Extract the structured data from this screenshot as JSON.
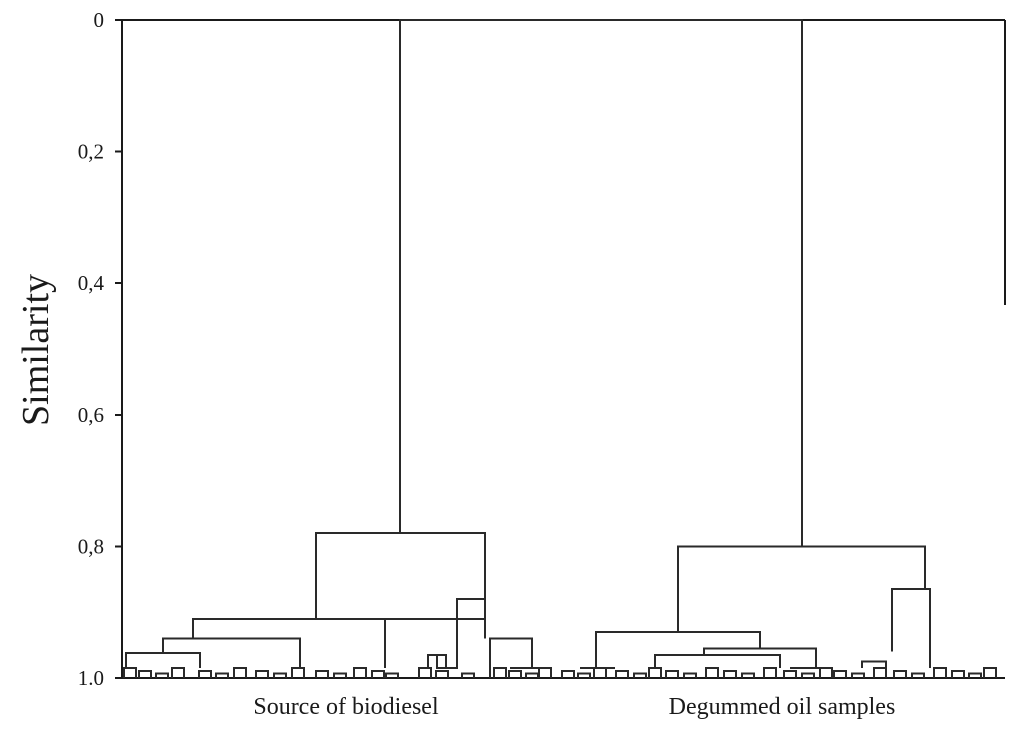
{
  "chart_data": {
    "type": "dendrogram",
    "title": "",
    "ylabel": "Similarity",
    "xlabel": "",
    "ylim": [
      0,
      1.0
    ],
    "y_inverted": true,
    "y_ticks": [
      {
        "value": 0,
        "label": "0"
      },
      {
        "value": 0.2,
        "label": "0,2"
      },
      {
        "value": 0.4,
        "label": "0,4"
      },
      {
        "value": 0.6,
        "label": "0,6"
      },
      {
        "value": 0.8,
        "label": "0,8"
      },
      {
        "value": 1.0,
        "label": "1.0"
      }
    ],
    "groups": [
      {
        "label": "Source of biodiesel",
        "merge_similarity": 0.78
      },
      {
        "label": "Degummed oil samples",
        "merge_similarity": 0.8
      }
    ],
    "root_similarity": 0.0,
    "grid": false,
    "legend": "none",
    "line_color": "#2a2a2a"
  }
}
